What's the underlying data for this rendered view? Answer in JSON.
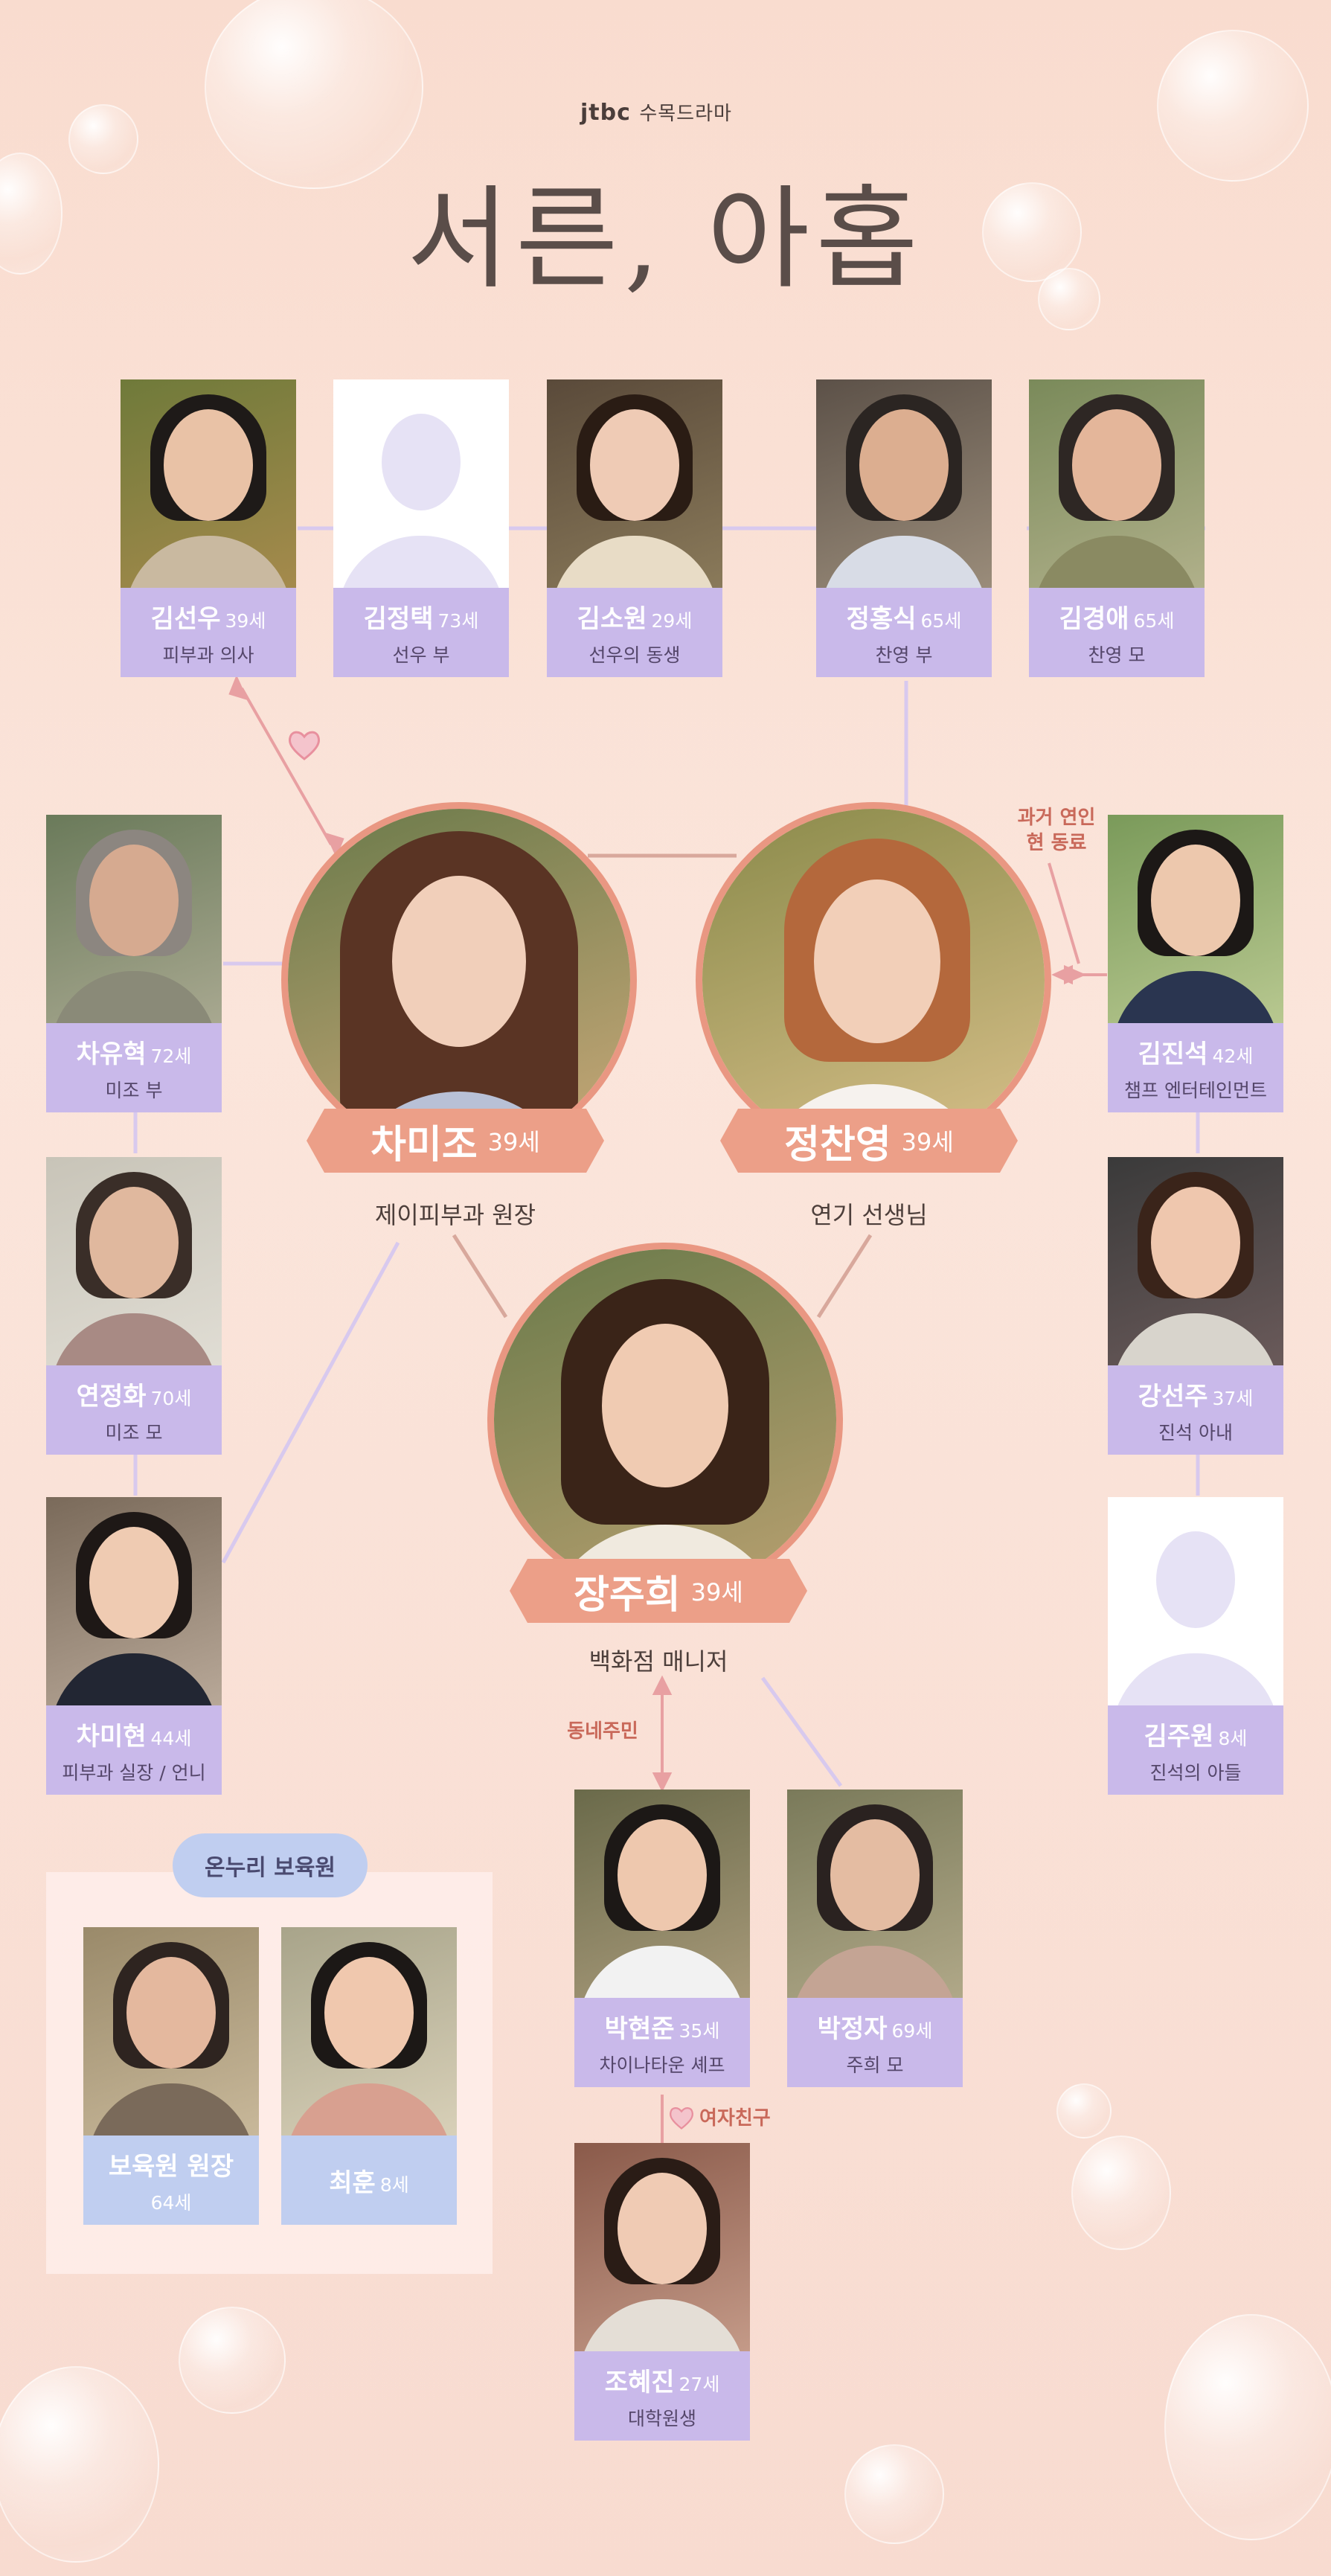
{
  "header": {
    "network": "jtbc",
    "program_type": "수목드라마",
    "title": "서른, 아홉"
  },
  "colors": {
    "accent": "#ec9f88",
    "card_label": "#c9b9ea",
    "card_label_alt": "#c0cef0",
    "line": "#d4c6ea"
  },
  "main_characters": [
    {
      "name": "차미조",
      "age": "39세",
      "job": "제이피부과 원장"
    },
    {
      "name": "정찬영",
      "age": "39세",
      "job": "연기 선생님"
    },
    {
      "name": "장주희",
      "age": "39세",
      "job": "백화점 매니저"
    }
  ],
  "cards": [
    {
      "name": "김선우",
      "age": "39세",
      "role": "피부과 의사"
    },
    {
      "name": "김정택",
      "age": "73세",
      "role": "선우 부"
    },
    {
      "name": "김소원",
      "age": "29세",
      "role": "선우의 동생"
    },
    {
      "name": "정홍식",
      "age": "65세",
      "role": "찬영 부"
    },
    {
      "name": "김경애",
      "age": "65세",
      "role": "찬영 모"
    },
    {
      "name": "차유혁",
      "age": "72세",
      "role": "미조 부"
    },
    {
      "name": "연정화",
      "age": "70세",
      "role": "미조 모"
    },
    {
      "name": "차미현",
      "age": "44세",
      "role": "피부과 실장 / 언니"
    },
    {
      "name": "김진석",
      "age": "42세",
      "role": "챔프 엔터테인먼트"
    },
    {
      "name": "강선주",
      "age": "37세",
      "role": "진석 아내"
    },
    {
      "name": "김주원",
      "age": "8세",
      "role": "진석의 아들"
    },
    {
      "name": "박현준",
      "age": "35세",
      "role": "차이나타운 셰프"
    },
    {
      "name": "박정자",
      "age": "69세",
      "role": "주희 모"
    },
    {
      "name": "조혜진",
      "age": "27세",
      "role": "대학원생"
    },
    {
      "name": "보육원 원장",
      "age": "64세",
      "role": ""
    },
    {
      "name": "최훈",
      "age": "8세",
      "role": ""
    }
  ],
  "annotations": {
    "past_lover_line1": "과거 연인",
    "past_lover_line2": "현 동료",
    "neighbor": "동네주민",
    "girlfriend": "여자친구"
  },
  "nursery_label": "온누리 보육원"
}
